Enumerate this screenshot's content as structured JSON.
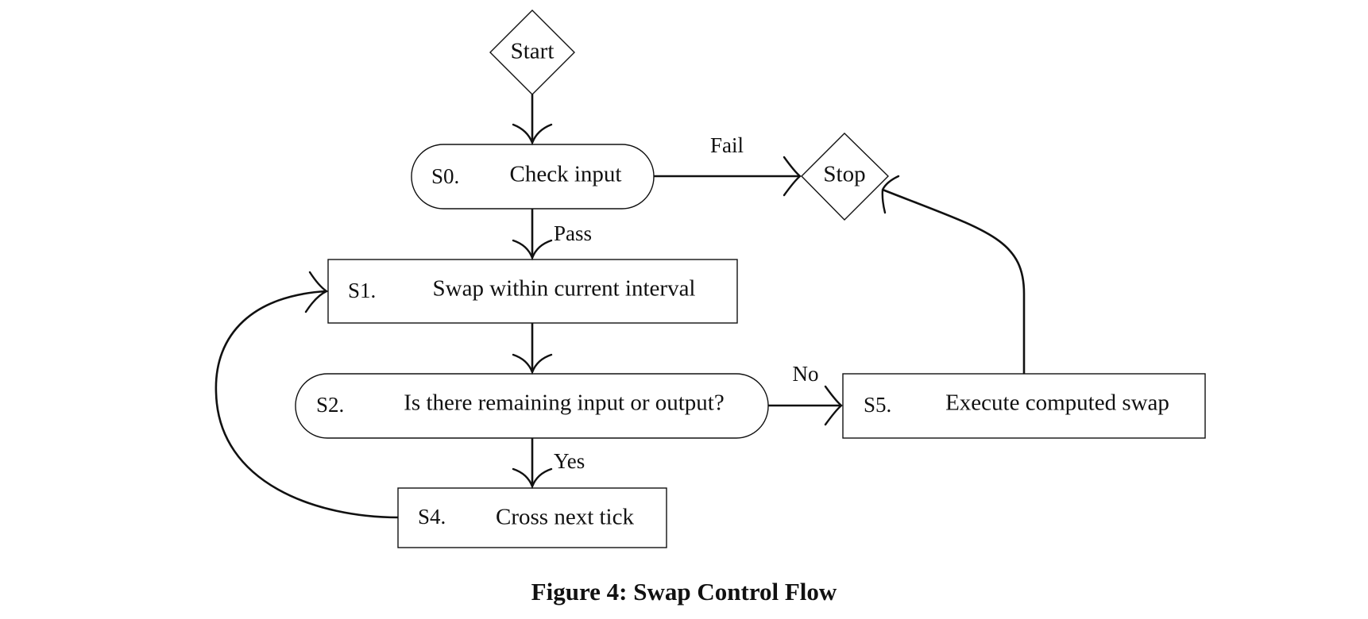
{
  "caption": "Figure 4: Swap Control Flow",
  "nodes": {
    "start": {
      "label": "Start"
    },
    "stop": {
      "label": "Stop"
    },
    "s0": {
      "id": "S0.",
      "label": "Check input"
    },
    "s1": {
      "id": "S1.",
      "label": "Swap within current interval"
    },
    "s2": {
      "id": "S2.",
      "label": "Is there remaining input or output?"
    },
    "s4": {
      "id": "S4.",
      "label": "Cross next tick"
    },
    "s5": {
      "id": "S5.",
      "label": "Execute computed swap"
    }
  },
  "edges": {
    "fail": "Fail",
    "pass": "Pass",
    "no": "No",
    "yes": "Yes"
  }
}
